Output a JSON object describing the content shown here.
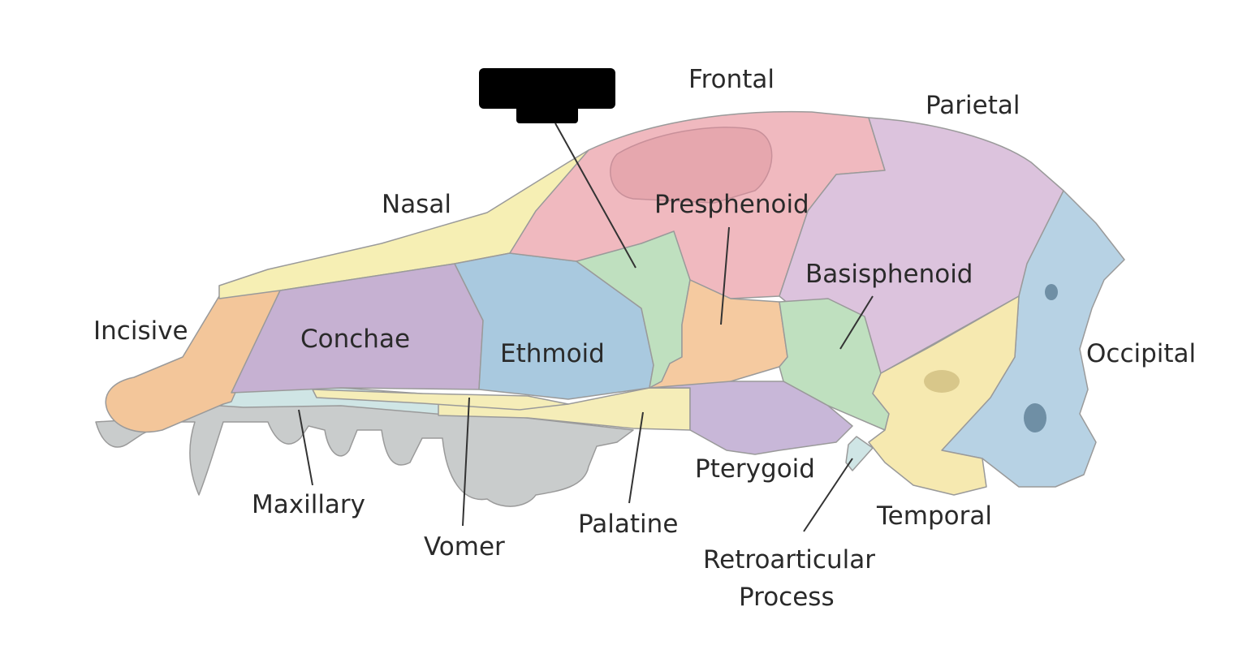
{
  "labels": {
    "frontal": "Frontal",
    "parietal": "Parietal",
    "nasal": "Nasal",
    "presphenoid": "Presphenoid",
    "basisphenoid": "Basisphenoid",
    "incisive": "Incisive",
    "conchae": "Conchae",
    "ethmoid": "Ethmoid",
    "occipital": "Occipital",
    "pterygoid": "Pterygoid",
    "maxillary": "Maxillary",
    "temporal": "Temporal",
    "palatine": "Palatine",
    "vomer": "Vomer",
    "retroarticular_line1": "Retroarticular",
    "retroarticular_line2": "Process"
  },
  "colors": {
    "frontal": "#f0b9bf",
    "parietal": "#dcc3dd",
    "nasal": "#f6efb4",
    "incisive": "#f3c69a",
    "conchae": "#c6b1d2",
    "ethmoid": "#a9c9df",
    "presphenoid_green": "#bfe0bf",
    "presphenoid_orange": "#f5caa0",
    "basisphenoid": "#bfe0bf",
    "pterygoid": "#c8b7d8",
    "occipital": "#b7d2e4",
    "temporal": "#f6e9b0",
    "maxillary": "#cfe5e5",
    "palatine": "#f5edb8",
    "teeth": "#c9cccc",
    "redaction": "#000000"
  }
}
